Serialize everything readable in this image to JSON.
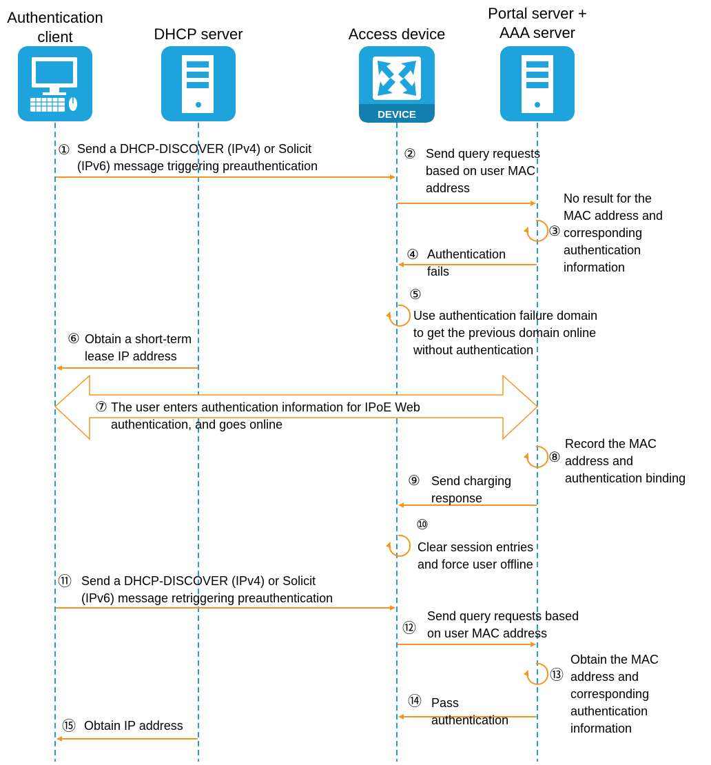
{
  "colors": {
    "lifeline": "#1e9fdc",
    "arrow": "#f7941d",
    "icon_bg": "#1ea3dd",
    "icon_dark": "#127fae",
    "white": "#ffffff"
  },
  "entities": [
    {
      "key": "client",
      "header": "Authentication\nclient",
      "icon": "computer-icon"
    },
    {
      "key": "dhcp",
      "header": "DHCP server",
      "icon": "server-icon"
    },
    {
      "key": "access",
      "header": "Access device",
      "icon": "device-icon",
      "icon_label": "DEVICE"
    },
    {
      "key": "portal",
      "header": "Portal server +\nAAA server",
      "icon": "server-icon"
    }
  ],
  "steps": [
    {
      "num": "①",
      "text": "Send a DHCP-DISCOVER (IPv4) or Solicit\n(IPv6) message triggering preauthentication"
    },
    {
      "num": "②",
      "text": "Send query requests\nbased on user MAC\naddress"
    },
    {
      "num": "③",
      "text": "No result for the\nMAC address and\ncorresponding\nauthentication\ninformation"
    },
    {
      "num": "④",
      "text": "Authentication\nfails"
    },
    {
      "num": "⑤",
      "text": "Use authentication failure domain\nto get the previous domain online\nwithout authentication"
    },
    {
      "num": "⑥",
      "text": "Obtain a short-term\nlease IP address"
    },
    {
      "num": "⑦",
      "text": "The user enters authentication information for IPoE Web\nauthentication, and goes online"
    },
    {
      "num": "⑧",
      "text": "Record the MAC\naddress and\nauthentication binding"
    },
    {
      "num": "⑨",
      "text": "Send charging\nresponse"
    },
    {
      "num": "⑩",
      "text": "Clear session entries\nand force user offline"
    },
    {
      "num": "⑪",
      "text": "Send a DHCP-DISCOVER (IPv4) or Solicit\n(IPv6) message retriggering preauthentication"
    },
    {
      "num": "⑫",
      "text": "Send query requests based\non user MAC address"
    },
    {
      "num": "⑬",
      "text": "Obtain the MAC\naddress and\ncorresponding\nauthentication\ninformation"
    },
    {
      "num": "⑭",
      "text": "Pass\nauthentication"
    },
    {
      "num": "⑮",
      "text": "Obtain IP address"
    }
  ]
}
